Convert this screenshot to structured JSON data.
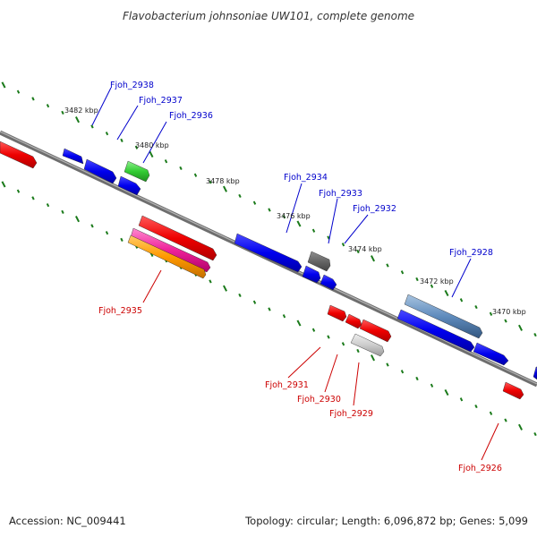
{
  "title": "Flavobacterium johnsoniae UW101, complete genome",
  "accession": "Accession: NC_009441",
  "topology": "Topology: circular; Length: 6,096,872 bp; Genes: 5,099",
  "colors": {
    "backbone": "#8c8c8c",
    "tick": "#1a7a1a",
    "forward_label": "#0000cc",
    "reverse_label": "#cc0000"
  },
  "scale_ticks": [
    "3482 kbp",
    "3480 kbp",
    "3478 kbp",
    "3476 kbp",
    "3474 kbp",
    "3472 kbp",
    "3470 kbp"
  ],
  "genes_forward": [
    "Fjoh_2938",
    "Fjoh_2937",
    "Fjoh_2936",
    "Fjoh_2934",
    "Fjoh_2933",
    "Fjoh_2932",
    "Fjoh_2928"
  ],
  "genes_reverse": [
    "Fjoh_2935",
    "Fjoh_2931",
    "Fjoh_2930",
    "Fjoh_2929",
    "Fjoh_2926"
  ]
}
